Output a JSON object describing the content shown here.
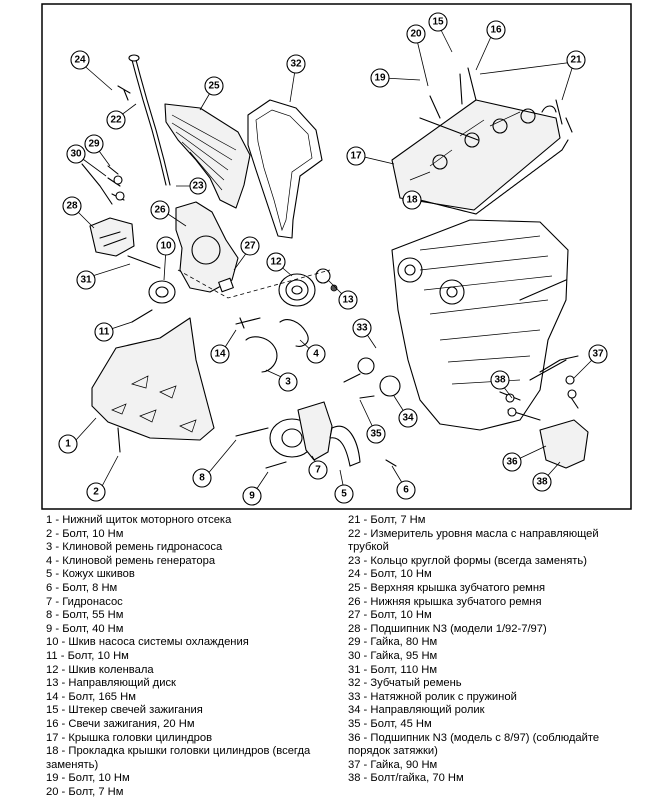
{
  "legend": {
    "items": [
      {
        "num": "1",
        "text": "Нижний щиток моторного отсека"
      },
      {
        "num": "2",
        "text": "Болт, 10 Нм"
      },
      {
        "num": "3",
        "text": "Клиновой ремень гидронасоса"
      },
      {
        "num": "4",
        "text": "Клиновой ремень генератора"
      },
      {
        "num": "5",
        "text": "Кожух шкивов"
      },
      {
        "num": "6",
        "text": "Болт, 8 Нм"
      },
      {
        "num": "7",
        "text": "Гидронасос"
      },
      {
        "num": "8",
        "text": "Болт, 55 Нм"
      },
      {
        "num": "9",
        "text": "Болт, 40 Нм"
      },
      {
        "num": "10",
        "text": "Шкив насоса системы охлаждения"
      },
      {
        "num": "11",
        "text": "Болт, 10 Нм"
      },
      {
        "num": "12",
        "text": "Шкив коленвала"
      },
      {
        "num": "13",
        "text": "Направляющий диск"
      },
      {
        "num": "14",
        "text": "Болт, 165 Нм"
      },
      {
        "num": "15",
        "text": "Штекер свечей зажигания"
      },
      {
        "num": "16",
        "text": "Свечи зажигания, 20 Нм"
      },
      {
        "num": "17",
        "text": "Крышка головки цилиндров"
      },
      {
        "num": "18",
        "text": "Прокладка крышки головки цилиндров (всегда заменять)"
      },
      {
        "num": "19",
        "text": "Болт, 10 Нм"
      },
      {
        "num": "20",
        "text": "Болт, 7 Нм"
      },
      {
        "num": "21",
        "text": "Болт, 7 Нм"
      },
      {
        "num": "22",
        "text": "Измеритель уровня масла с направляющей трубкой"
      },
      {
        "num": "23",
        "text": "Кольцо круглой формы (всегда заменять)"
      },
      {
        "num": "24",
        "text": "Болт, 10 Нм"
      },
      {
        "num": "25",
        "text": "Верхняя крышка зубчатого ремня"
      },
      {
        "num": "26",
        "text": "Нижняя крышка зубчатого ремня"
      },
      {
        "num": "27",
        "text": "Болт, 10 Нм"
      },
      {
        "num": "28",
        "text": "Подшипник N3 (модели 1/92-7/97)"
      },
      {
        "num": "29",
        "text": "Гайка, 80 Нм"
      },
      {
        "num": "30",
        "text": "Гайка, 95 Нм"
      },
      {
        "num": "31",
        "text": "Болт, 110 Нм"
      },
      {
        "num": "32",
        "text": "Зубчатый ремень"
      },
      {
        "num": "33",
        "text": "Натяжной ролик с пружиной"
      },
      {
        "num": "34",
        "text": "Направляющий ролик"
      },
      {
        "num": "35",
        "text": "Болт, 45 Нм"
      },
      {
        "num": "36",
        "text": "Подшипник N3 (модель с 8/97) (соблюдайте порядок затяжки)"
      },
      {
        "num": "37",
        "text": "Гайка, 90 Нм"
      },
      {
        "num": "38",
        "text": "Болт/гайка, 70 Нм"
      }
    ]
  },
  "callouts": [
    "1",
    "2",
    "3",
    "4",
    "5",
    "6",
    "7",
    "8",
    "9",
    "10",
    "11",
    "12",
    "13",
    "14",
    "15",
    "16",
    "17",
    "18",
    "19",
    "20",
    "21",
    "22",
    "23",
    "24",
    "25",
    "26",
    "27",
    "28",
    "29",
    "30",
    "31",
    "32",
    "33",
    "34",
    "35",
    "36",
    "37",
    "38"
  ]
}
